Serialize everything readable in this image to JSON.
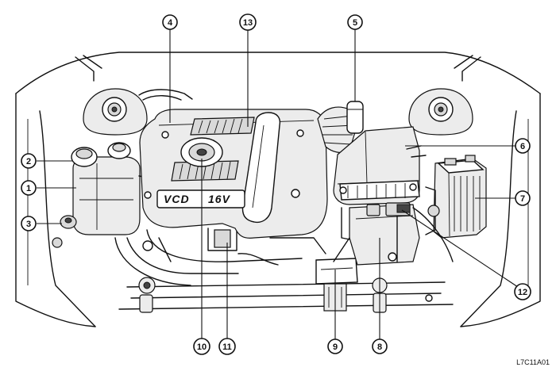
{
  "diagram": {
    "cover_text_left": "VCD",
    "cover_text_right": "16V",
    "reference_code": "L7C11A01",
    "callouts": [
      {
        "id": "1",
        "label": "1"
      },
      {
        "id": "2",
        "label": "2"
      },
      {
        "id": "3",
        "label": "3"
      },
      {
        "id": "4",
        "label": "4"
      },
      {
        "id": "5",
        "label": "5"
      },
      {
        "id": "6",
        "label": "6"
      },
      {
        "id": "7",
        "label": "7"
      },
      {
        "id": "8",
        "label": "8"
      },
      {
        "id": "9",
        "label": "9"
      },
      {
        "id": "10",
        "label": "10"
      },
      {
        "id": "11",
        "label": "11"
      },
      {
        "id": "12",
        "label": "12"
      },
      {
        "id": "13",
        "label": "13"
      }
    ]
  }
}
